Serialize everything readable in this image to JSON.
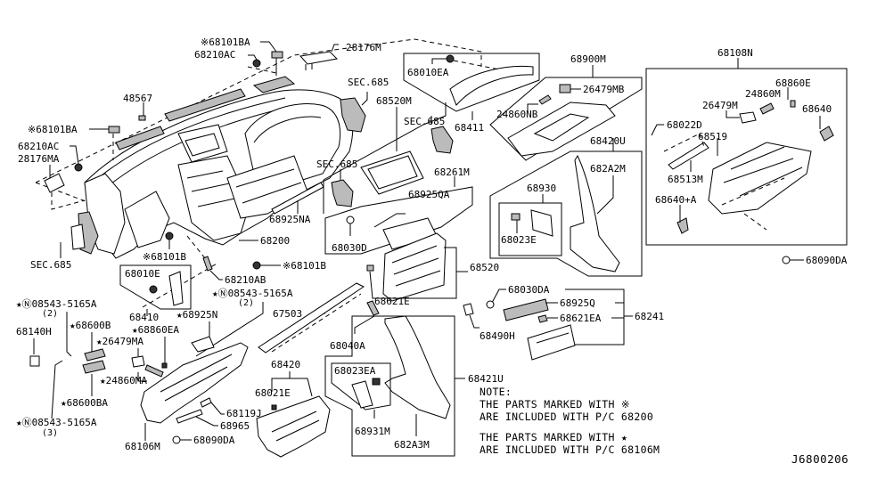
{
  "diagram": {
    "reference_code": "J6800206",
    "callouts": {
      "c_68101BA_top": "※68101BA",
      "c_68210AC_top": "68210AC",
      "c_28176M": "28176M",
      "c_48567": "48567",
      "c_68101BA_left": "※68101BA",
      "c_68210AC_left": "68210AC",
      "c_28176MA": "28176MA",
      "c_sec685_a": "SEC.685",
      "c_68520M": "68520M",
      "c_sec685_b": "SEC.685",
      "c_sec685_c": "SEC.685",
      "c_sec685_d": "SEC.685",
      "c_68010EA": "68010EA",
      "c_68411": "68411",
      "c_68900M": "68900M",
      "c_26479MB": "26479MB",
      "c_24860NB": "24860NB",
      "c_68420U": "68420U",
      "c_682A2M": "682A2M",
      "c_68930": "68930",
      "c_68023E": "68023E",
      "c_68108N": "68108N",
      "c_68860E": "68860E",
      "c_24860M": "24860M",
      "c_26479M": "26479M",
      "c_68640": "68640",
      "c_68022D": "68022D",
      "c_68519": "68519",
      "c_68513M": "68513M",
      "c_68640A": "68640+A",
      "c_68090DA_right": "68090DA",
      "c_68925NA": "68925NA",
      "c_68200": "68200",
      "c_68261M": "68261M",
      "c_68925QA": "68925QA",
      "c_68030D": "68030D",
      "c_68520": "68520",
      "c_68621E": "68621E",
      "c_68101B_left": "※68101B",
      "c_68101B_right": "※68101B",
      "c_68210AB": "68210AB",
      "c_68010E": "68010E",
      "c_68410": "68410",
      "c_08543_a": "★Ⓝ08543-5165A",
      "c_08543_a_qty": "(2)",
      "c_08543_b": "★Ⓝ08543-5165A",
      "c_08543_b_qty": "(2)",
      "c_08543_c": "★Ⓝ08543-5165A",
      "c_08543_c_qty": "(3)",
      "c_68925N": "★68925N",
      "c_67503": "67503",
      "c_68140H": "68140H",
      "c_68600B": "★68600B",
      "c_68860EA": "★68860EA",
      "c_26479MA": "★26479MA",
      "c_24860MA": "★24860MA",
      "c_68600BA": "★68600BA",
      "c_68106M": "68106M",
      "c_68119J": "68119J",
      "c_68965": "68965",
      "c_68090DA_left": "68090DA",
      "c_68040A": "68040A",
      "c_68420": "68420",
      "c_68021E": "68021E",
      "c_68023EA": "68023EA",
      "c_68931M": "68931M",
      "c_682A3M": "682A3M",
      "c_68421U": "68421U",
      "c_68490H": "68490H",
      "c_68030DA": "68030DA",
      "c_68925Q": "68925Q",
      "c_68621EA": "68621EA",
      "c_68241": "68241"
    },
    "note": {
      "heading": "NOTE:",
      "line1": "THE PARTS MARKED WITH ※",
      "line2": "ARE INCLUDED WITH P/C 68200",
      "line3": "THE PARTS MARKED WITH ★",
      "line4": "ARE INCLUDED WITH P/C 68106M"
    }
  }
}
